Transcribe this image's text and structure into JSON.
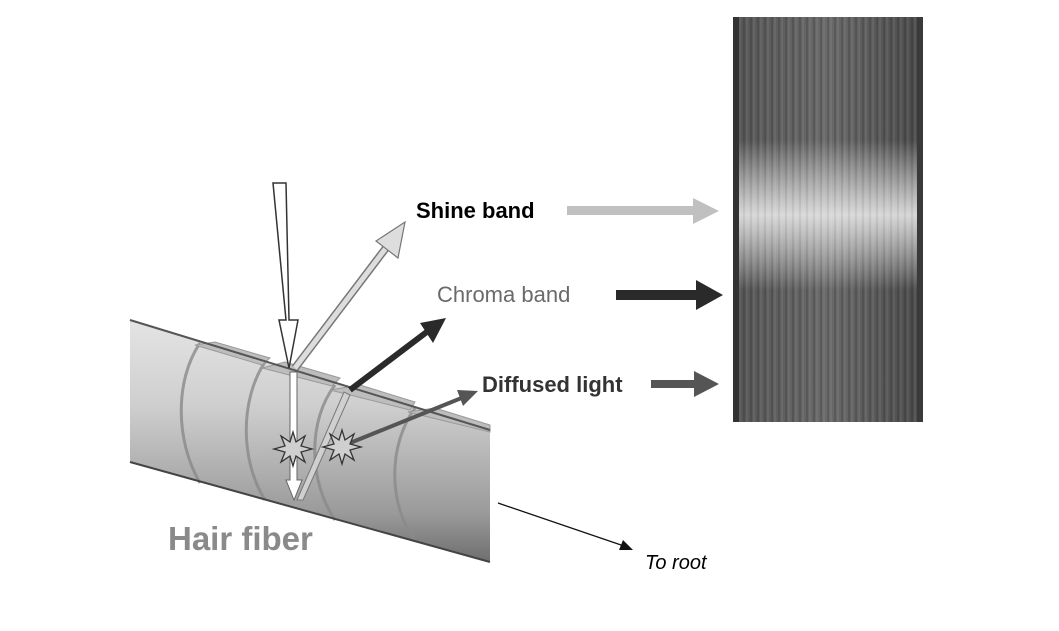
{
  "labels": {
    "shine_band": "Shine band",
    "chroma_band": "Chroma band",
    "diffused_light": "Diffused light",
    "hair_fiber": "Hair fiber",
    "to_root": "To root"
  },
  "colors": {
    "shine": "#c0c0c0",
    "chroma": "#2a2a2a",
    "diffused": "#555555",
    "fiber_label": "#8a8a8a",
    "chroma_label": "#6a6a6a"
  }
}
